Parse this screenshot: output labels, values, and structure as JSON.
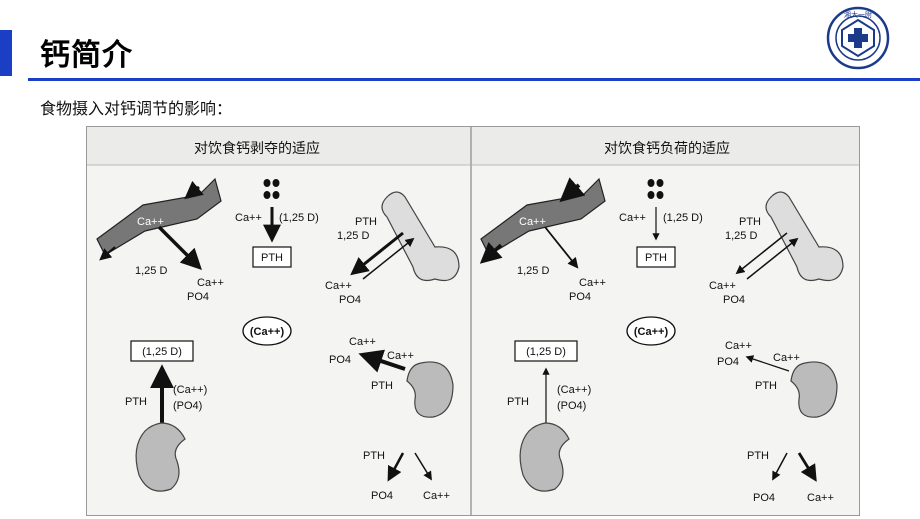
{
  "page": {
    "title": "钙简介",
    "subtitle": "食物摄入对钙调节的影响：",
    "logo_text": "湘大一附"
  },
  "colors": {
    "accent": "#1a3fc4"
  },
  "icons": [
    "hospital-logo-icon"
  ],
  "diagram": {
    "panels": [
      {
        "header": "对饮食钙剥夺的适应",
        "gut": {
          "ion": "Ca++",
          "vit": "1,25 D",
          "out1": "Ca++",
          "out2": "PO4"
        },
        "parathyroid": {
          "in_left": "Ca++",
          "in_right": "(1,25 D)",
          "box": "PTH"
        },
        "bone": {
          "pth": "PTH",
          "vit": "1,25 D",
          "out1": "Ca++",
          "out2": "PO4"
        },
        "serum": "(Ca++)",
        "kidney_top": {
          "box": "(1,25 D)",
          "pth": "PTH",
          "ion1": "(Ca++)",
          "ion2": "(PO4)"
        },
        "kidney_right": {
          "out1": "Ca++",
          "out2": "PO4",
          "ion": "Ca++",
          "pth": "PTH",
          "pth2": "PTH",
          "bot1": "PO4",
          "bot2": "Ca++"
        }
      },
      {
        "header": "对饮食钙负荷的适应",
        "gut": {
          "ion": "Ca++",
          "vit": "1,25 D",
          "out1": "Ca++",
          "out2": "PO4"
        },
        "parathyroid": {
          "in_left": "Ca++",
          "in_right": "(1,25 D)",
          "box": "PTH"
        },
        "bone": {
          "pth": "PTH",
          "vit": "1,25 D",
          "out1": "Ca++",
          "out2": "PO4"
        },
        "serum": "(Ca++)",
        "kidney_top": {
          "box": "(1,25 D)",
          "pth": "PTH",
          "ion1": "(Ca++)",
          "ion2": "(PO4)"
        },
        "kidney_right": {
          "out1": "Ca++",
          "out2": "PO4",
          "ion": "Ca++",
          "pth": "PTH",
          "pth2": "PTH",
          "bot1": "PO4",
          "bot2": "Ca++"
        }
      }
    ]
  }
}
